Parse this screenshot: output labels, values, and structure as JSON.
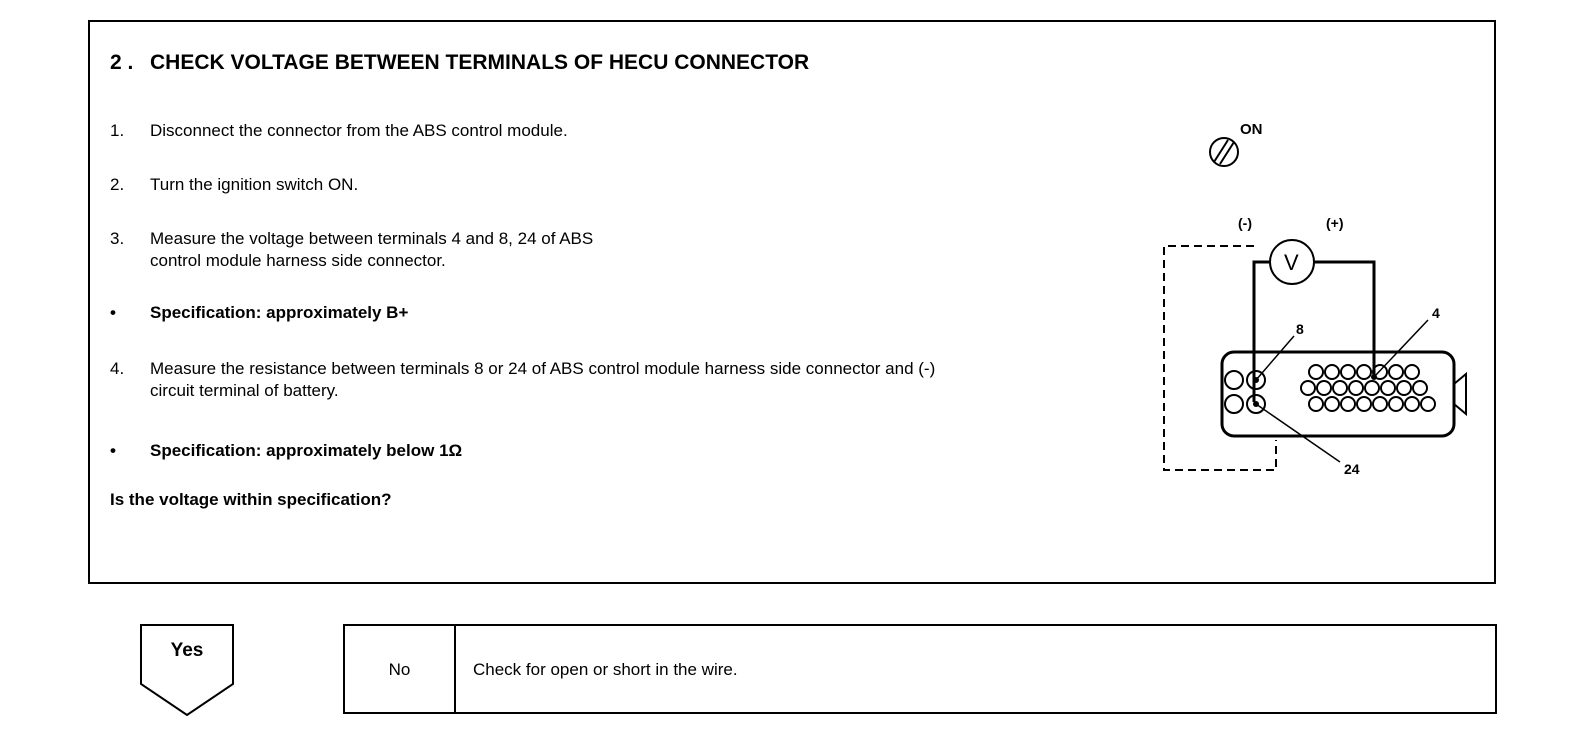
{
  "section": {
    "number": "2 .",
    "title": "CHECK VOLTAGE BETWEEN TERMINALS OF HECU CONNECTOR"
  },
  "steps": [
    {
      "num": "1.",
      "text": "Disconnect the connector from the ABS control module."
    },
    {
      "num": "2.",
      "text": "Turn the ignition switch ON."
    },
    {
      "num": "3.",
      "text": "Measure the voltage between terminals 4 and 8, 24 of ABS control module harness side connector."
    },
    {
      "num": "•",
      "text": "Specification: approximately B+"
    },
    {
      "num": "4.",
      "text": "Measure the resistance between terminals 8 or 24 of ABS control module harness side connector and (-) circuit terminal of battery."
    },
    {
      "num": "•",
      "text": "Specification: approximately below 1Ω"
    }
  ],
  "question": "Is the voltage within specification?",
  "diagram": {
    "ignition_label": "ON",
    "neg_label": "(-)",
    "pos_label": "(+)",
    "meter_symbol": "V",
    "terminal_8": "8",
    "terminal_4": "4",
    "terminal_24": "24"
  },
  "yes_label": "Yes",
  "no": {
    "label": "No",
    "text": "Check for open or short in the wire."
  }
}
